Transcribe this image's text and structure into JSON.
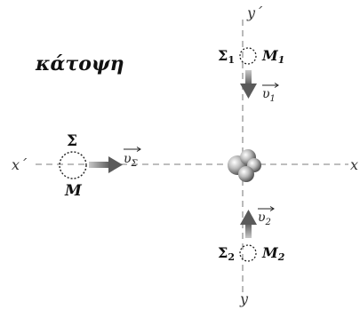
{
  "title": "κάτοψη",
  "axes": {
    "x_right": "x",
    "x_left": "x΄",
    "y_top": "y΄",
    "y_bottom": "y"
  },
  "bodies": {
    "sigma": {
      "label": "Σ",
      "mass": "M",
      "velocity": "υ",
      "velocity_sub": "Σ"
    },
    "sigma1": {
      "label": "Σ",
      "label_sub": "1",
      "mass": "M",
      "mass_sub": "1",
      "velocity": "υ",
      "velocity_sub": "1"
    },
    "sigma2": {
      "label": "Σ",
      "label_sub": "2",
      "mass": "M",
      "mass_sub": "2",
      "velocity": "υ",
      "velocity_sub": "2"
    }
  },
  "colors": {
    "axis": "#a8a8a8",
    "arrow": "#6a6a6a",
    "text": "#111111",
    "cluster": "#8a8a8a"
  }
}
